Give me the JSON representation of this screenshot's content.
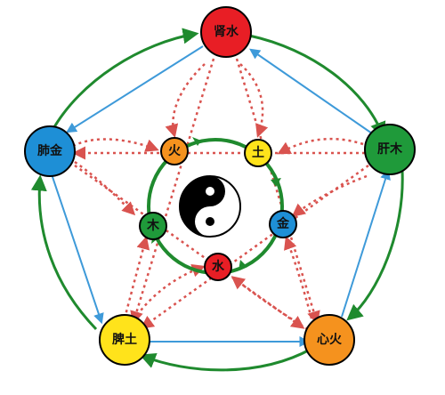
{
  "diagram": {
    "outer_nodes": [
      {
        "id": "kidney",
        "label": "肾水",
        "color": "#e81e25"
      },
      {
        "id": "liver",
        "label": "肝木",
        "color": "#1f9a3a"
      },
      {
        "id": "heart",
        "label": "心火",
        "color": "#f5921e"
      },
      {
        "id": "spleen",
        "label": "脾土",
        "color": "#ffe31b"
      },
      {
        "id": "lung",
        "label": "肺金",
        "color": "#1e8fd6"
      }
    ],
    "inner_nodes": [
      {
        "id": "fire",
        "label": "火",
        "color": "#f5921e"
      },
      {
        "id": "earth",
        "label": "土",
        "color": "#ffe31b"
      },
      {
        "id": "metal",
        "label": "金",
        "color": "#1e8fd6"
      },
      {
        "id": "water",
        "label": "水",
        "color": "#e81e25"
      },
      {
        "id": "wood",
        "label": "木",
        "color": "#1f9a3a"
      }
    ],
    "colors": {
      "generating_arrow": "#1f8a2e",
      "reverse_arrow": "#3e9ad9",
      "controlling_arrow": "#d9534f",
      "inner_ring": "#1f8a2e",
      "yin": "#000000",
      "yang": "#ffffff"
    },
    "center_symbol": "yin-yang-icon"
  }
}
